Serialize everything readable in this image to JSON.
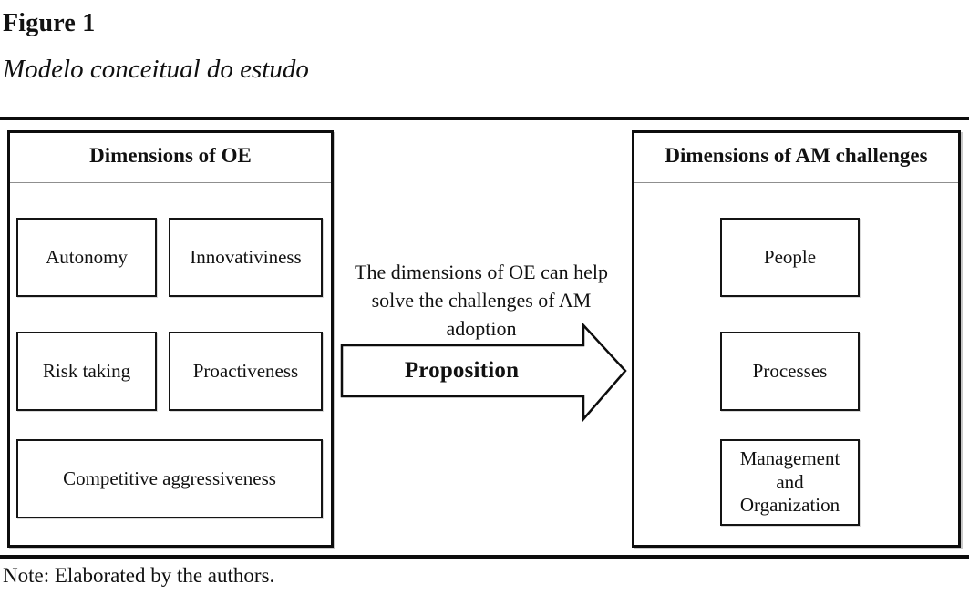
{
  "figure": {
    "label": "Figure 1",
    "subtitle": "Modelo conceitual do estudo",
    "note": "Note: Elaborated by the authors."
  },
  "oe_panel": {
    "title": "Dimensions of OE",
    "items": [
      "Autonomy",
      "Innovativiness",
      "Risk taking",
      "Proactiveness",
      "Competitive aggressiveness"
    ]
  },
  "proposition": {
    "description": "The dimensions of OE can help solve the challenges of AM adoption",
    "arrow_label": "Proposition"
  },
  "am_panel": {
    "title": "Dimensions of AM challenges",
    "items": [
      "People",
      "Processes",
      "Management and Organization"
    ]
  },
  "colors": {
    "text": "#111111",
    "border": "#0d0d0d",
    "background": "#ffffff",
    "header_divider": "#8f8f8f"
  }
}
